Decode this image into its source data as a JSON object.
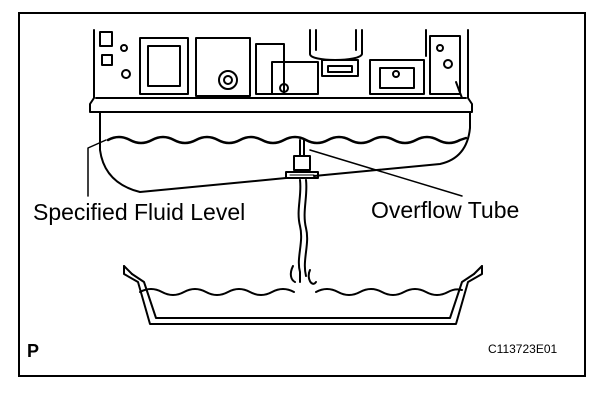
{
  "figure": {
    "corner_letter": "P",
    "figure_id": "C113723E01"
  },
  "labels": {
    "specified_fluid_level": "Specified Fluid Level",
    "overflow_tube": "Overflow Tube"
  }
}
